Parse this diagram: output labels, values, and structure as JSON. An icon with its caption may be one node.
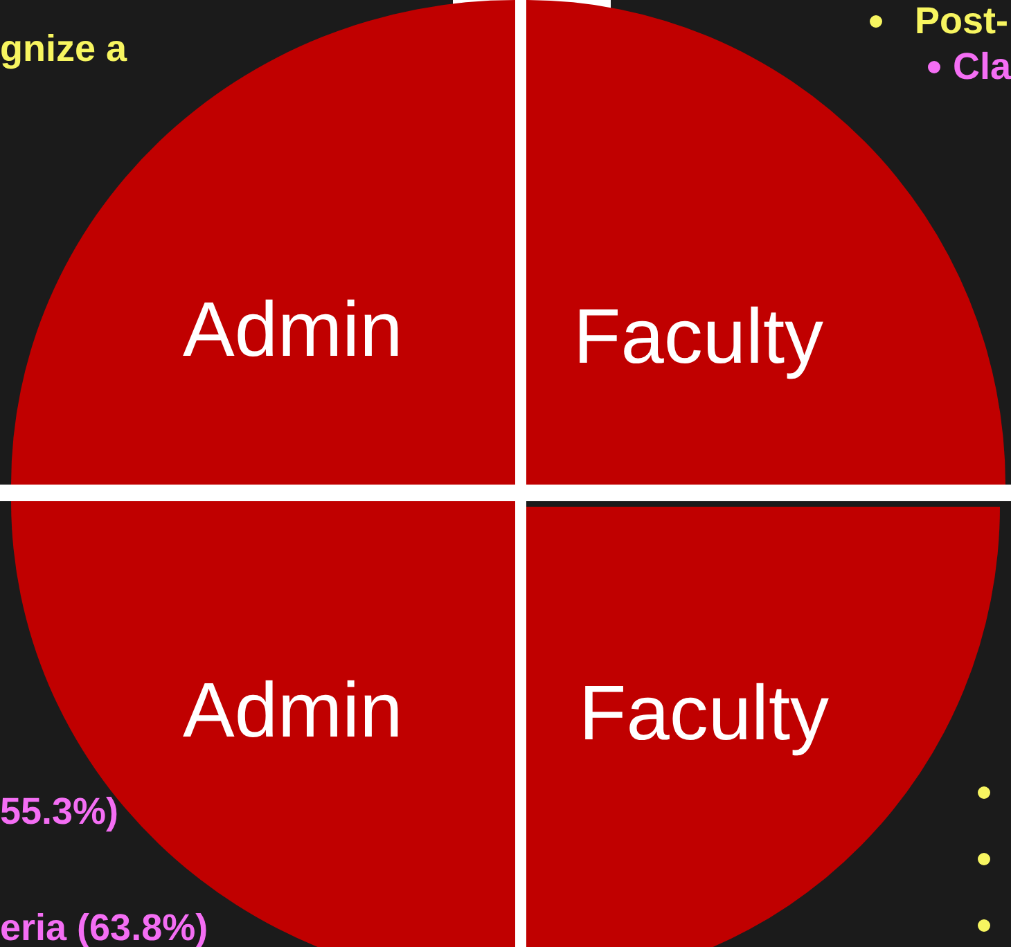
{
  "diagram": {
    "nodes": [
      {
        "text": [
          "Admin"
        ]
      },
      {
        "text": [
          "Faculty"
        ]
      },
      {
        "text": [
          "Admin"
        ]
      },
      {
        "text": [
          "Faculty"
        ]
      }
    ],
    "labels": [
      "gnize a",
      "Post-",
      "Cla",
      "55.3%)",
      "eria (63.8%)"
    ]
  }
}
